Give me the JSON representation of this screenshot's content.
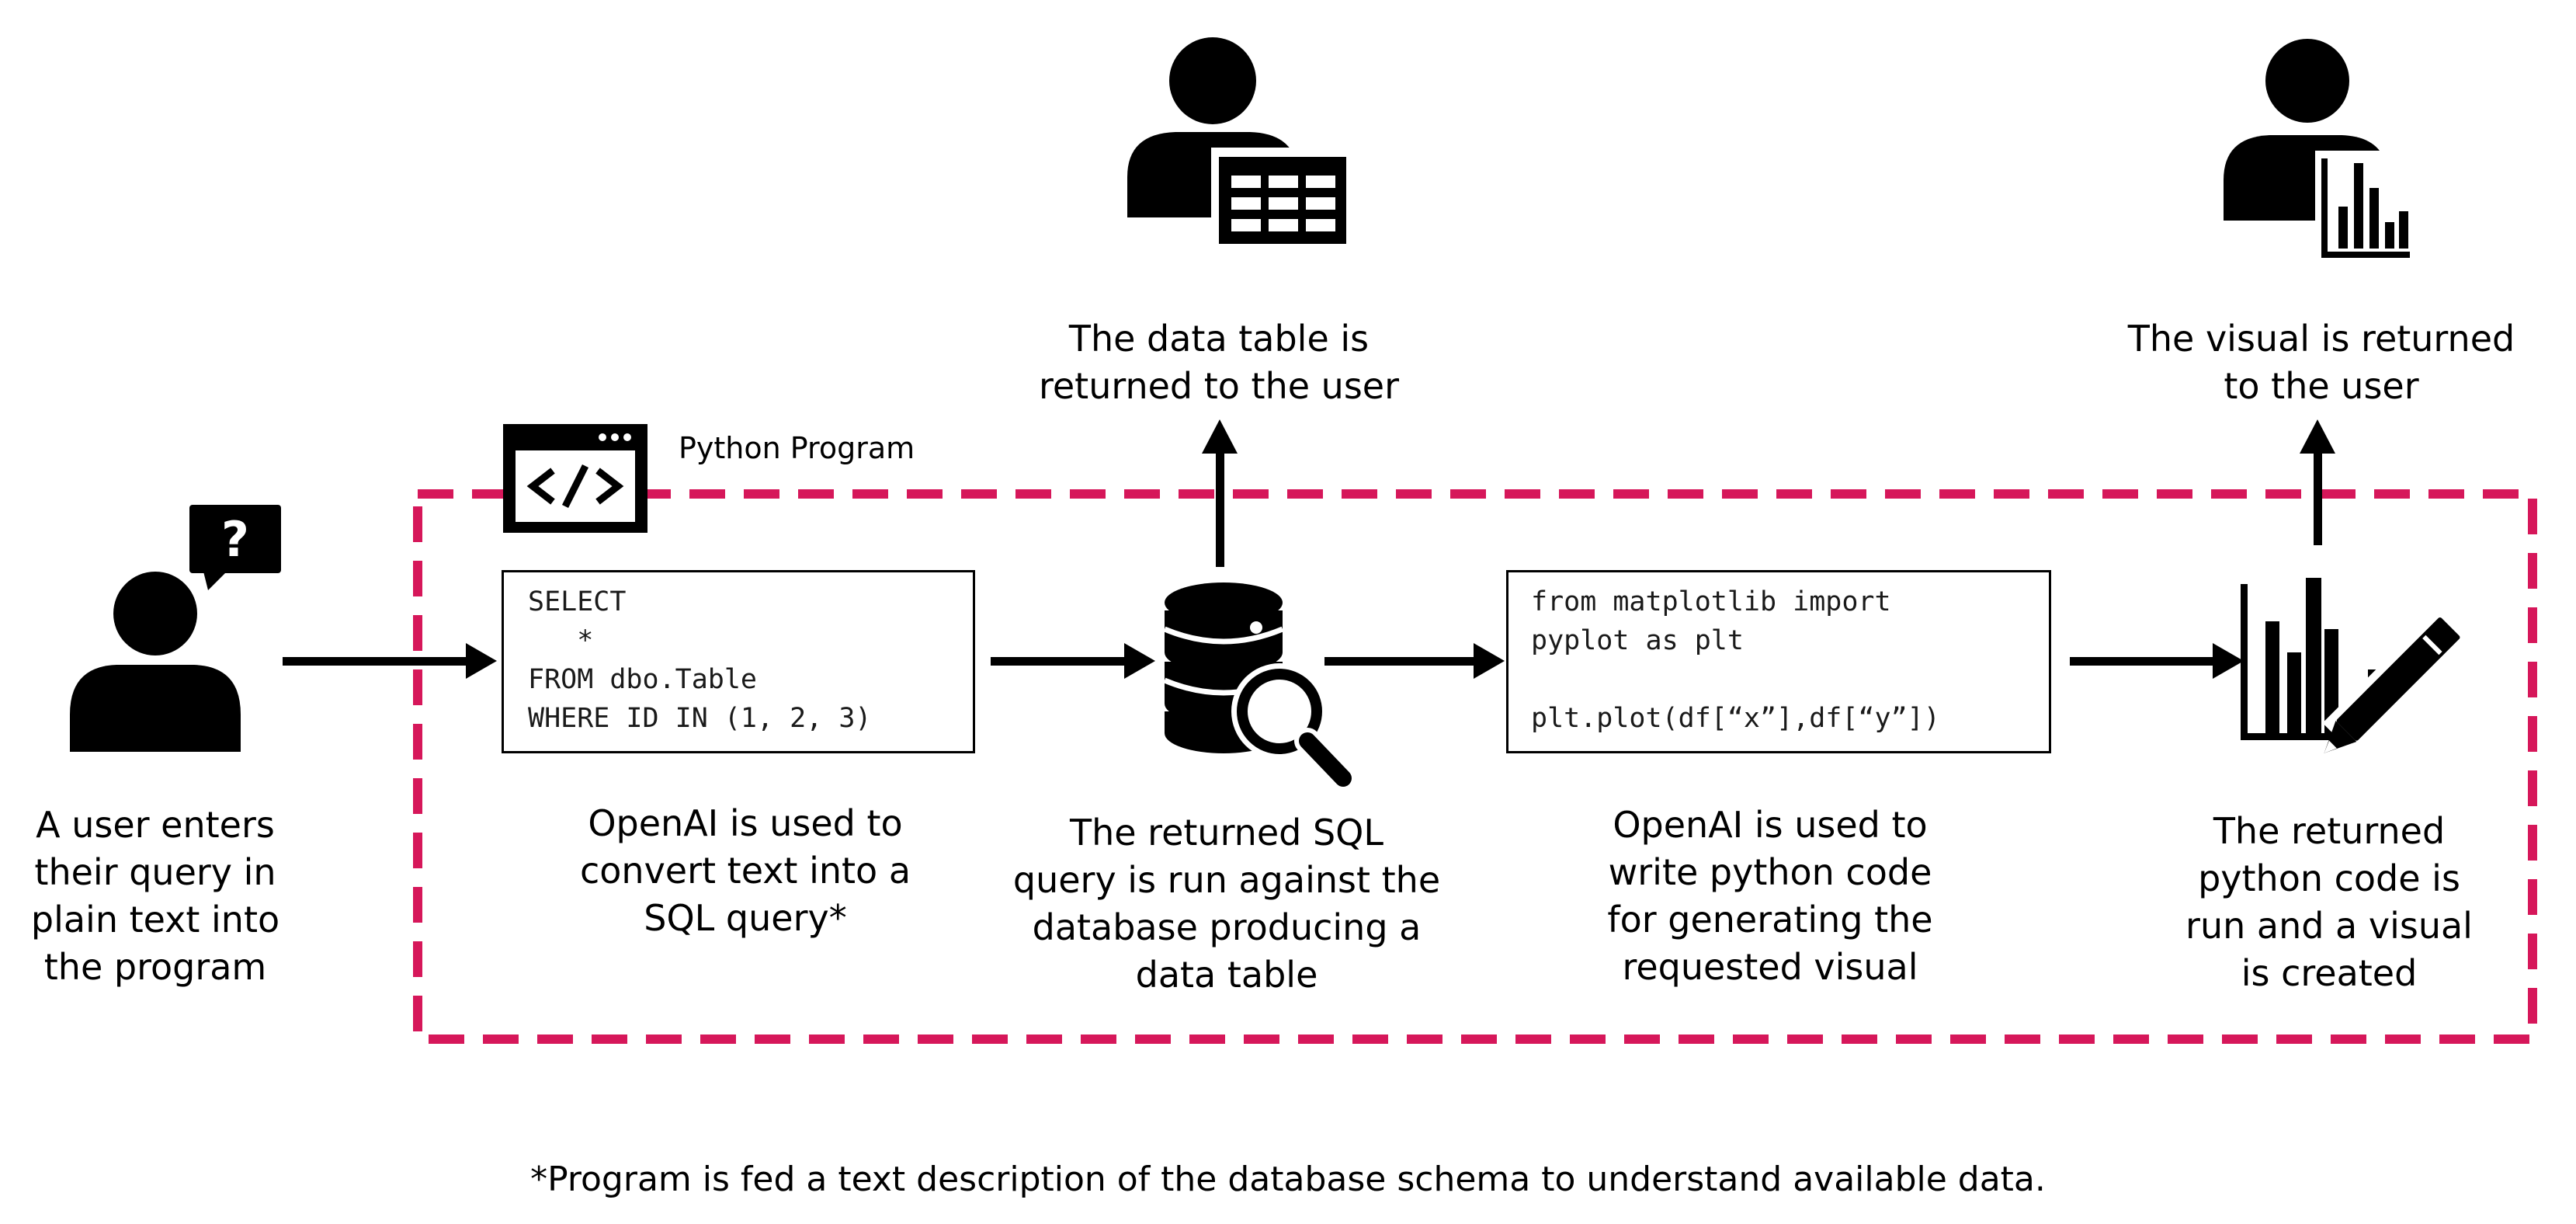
{
  "program_label": "Python Program",
  "steps": {
    "user_query": "A user enters\ntheir query in\nplain text into\nthe program",
    "text_to_sql": "OpenAI is used to\nconvert text into a\nSQL query*",
    "run_sql": "The returned SQL\nquery is run against the\ndatabase producing a\ndata table",
    "write_python": "OpenAI is used to\nwrite python code\nfor generating the\nrequested visual",
    "run_python": "The returned\npython code is\nrun and a visual\nis created"
  },
  "outputs": {
    "table_returned": "The data table is\nreturned to the user",
    "visual_returned": "The visual is returned\nto the user"
  },
  "code": {
    "sql": "SELECT\n   *\nFROM dbo.Table\nWHERE ID IN (1, 2, 3)",
    "python": "from matplotlib import\npyplot as plt\n\nplt.plot(df[“x”],df[“y”])"
  },
  "footnote": "*Program is fed a text description of the database schema to understand available data.",
  "icons": {
    "user": "user-question-icon",
    "program": "code-window-icon",
    "database": "database-search-icon",
    "chart_edit": "chart-edit-icon",
    "user_table": "user-table-icon",
    "user_chart": "user-chart-icon"
  },
  "colors": {
    "boundary": "#d6175a",
    "ink": "#000000"
  }
}
